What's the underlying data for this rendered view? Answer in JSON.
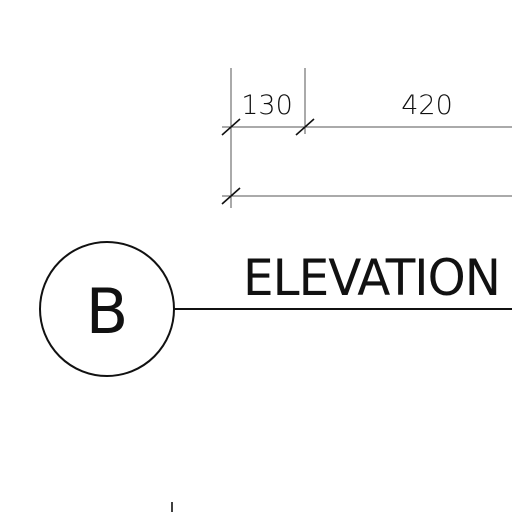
{
  "dimensions": {
    "first": "130",
    "second": "420"
  },
  "elevation": {
    "title": "ELEVATION",
    "marker_letter": "B"
  }
}
